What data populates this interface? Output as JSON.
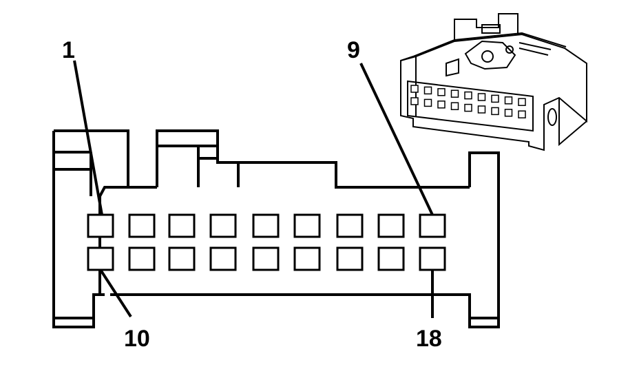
{
  "diagram": {
    "pin_labels": {
      "top_left": "1",
      "top_right": "9",
      "bottom_left": "10",
      "bottom_right": "18"
    },
    "rows": 2,
    "pins_per_row": 9
  }
}
